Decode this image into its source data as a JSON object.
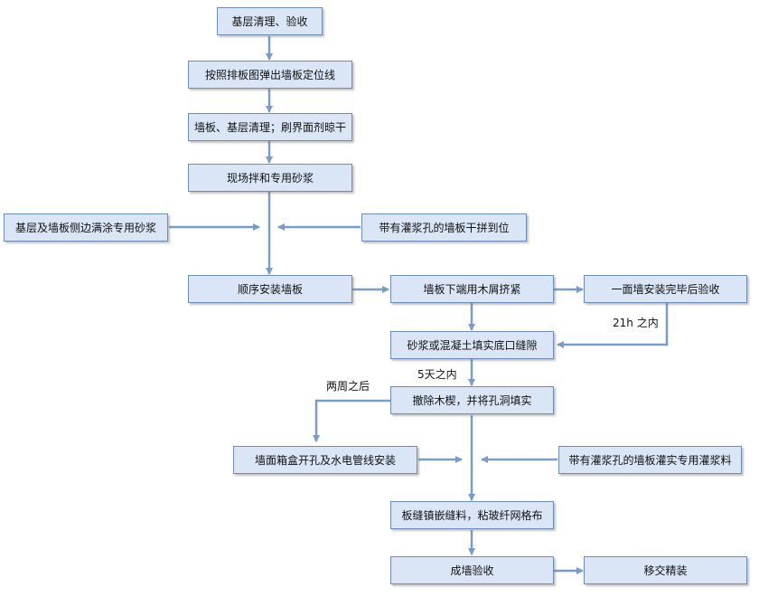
{
  "colors": {
    "box_fill": "#dae6f6",
    "box_border": "#6d8db8",
    "connector": "#7a9ac8"
  },
  "steps": {
    "s1": "基层清理、验收",
    "s2": "按照排板图弹出墙板定位线",
    "s3": "墙板、基层清理；刷界面剂晾干",
    "s4": "现场拌和专用砂浆",
    "s5": "基层及墙板侧边满涂专用砂浆",
    "s6": "带有灌浆孔的墙板干拼到位",
    "s7": "顺序安装墙板",
    "s8": "墙板下端用木屑挤紧",
    "s9": "一面墙安装完毕后验收",
    "s10": "砂浆或混凝土填实底口缝隙",
    "s11": "撤除木楔，并将孔洞填实",
    "s12": "墙面箱盒开孔及水电管线安装",
    "s13": "带有灌浆孔的墙板灌实专用灌浆料",
    "s14": "板缝镇嵌缝料，粘玻纤网格布",
    "s15": "成墙验收",
    "s16": "移交精装"
  },
  "labels": {
    "l1": "21h 之内",
    "l2": "5天之内",
    "l3": "两周之后"
  }
}
